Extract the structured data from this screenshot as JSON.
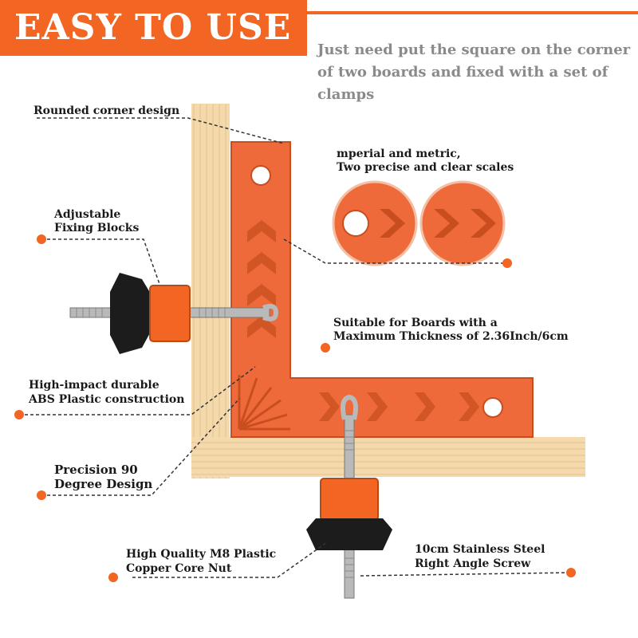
{
  "banner": {
    "title": "EASY TO USE"
  },
  "intro": {
    "text": "Just need put the square on the corner of two boards and fixed with a set of clamps"
  },
  "callouts": {
    "rounded_corner": "Rounded corner design",
    "fixing_blocks_1": "Adjustable",
    "fixing_blocks_2": "Fixing Blocks",
    "scales_1": "mperial and metric,",
    "scales_2": "Two precise and clear scales",
    "boards_1": "Suitable for Boards with a",
    "boards_2": "Maximum Thickness of 2.36Inch/6cm",
    "abs_1": "High-impact durable",
    "abs_2": "ABS Plastic construction",
    "degree_1": "Precision 90",
    "degree_2": "Degree Design",
    "nut_1": "High Quality M8 Plastic",
    "nut_2": "Copper Core Nut",
    "screw_1": "10cm Stainless Steel",
    "screw_2": "Right Angle Screw"
  },
  "colors": {
    "accent": "#f26522",
    "square": "#ee6a3a",
    "wood": "#f2d7a8",
    "knob": "#1c1c1c"
  },
  "icons": [
    "callout-dot-icon"
  ]
}
